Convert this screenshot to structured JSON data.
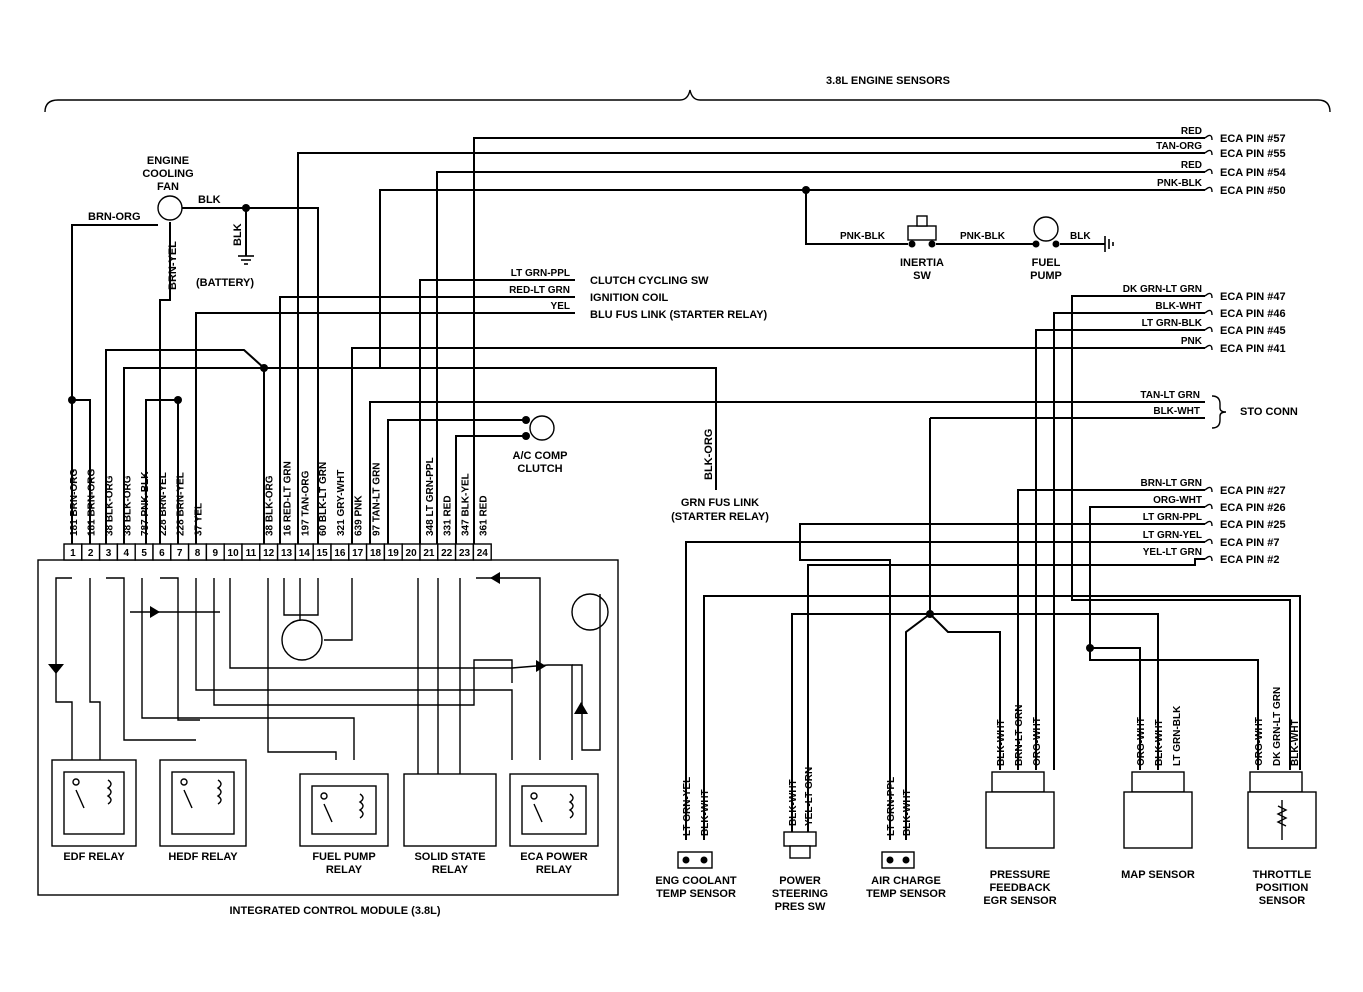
{
  "title": "3.8L ENGINE SENSORS",
  "ecm_title": "INTEGRATED CONTROL MODULE (3.8L)",
  "pins": [
    "1",
    "2",
    "3",
    "4",
    "5",
    "6",
    "7",
    "8",
    "9",
    "10",
    "11",
    "12",
    "13",
    "14",
    "15",
    "16",
    "17",
    "18",
    "19",
    "20",
    "21",
    "22",
    "23",
    "24"
  ],
  "pin_wires": [
    {
      "pin": "1",
      "label": "181 BRN-ORG"
    },
    {
      "pin": "2",
      "label": "181 BRN-ORG"
    },
    {
      "pin": "3",
      "label": "38 BLK-ORG"
    },
    {
      "pin": "4",
      "label": "38 BLK-ORG"
    },
    {
      "pin": "5",
      "label": "787 PNK-BLK"
    },
    {
      "pin": "6",
      "label": "228 BRN-YEL"
    },
    {
      "pin": "7",
      "label": "228 BRN-YEL"
    },
    {
      "pin": "8",
      "label": "37 YEL"
    },
    {
      "pin": "12",
      "label": "38 BLK-ORG"
    },
    {
      "pin": "13",
      "label": "16 RED-LT GRN"
    },
    {
      "pin": "14",
      "label": "197 TAN-ORG"
    },
    {
      "pin": "15",
      "label": "60 BLK-LT GRN"
    },
    {
      "pin": "16",
      "label": "321 GRY-WHT"
    },
    {
      "pin": "17",
      "label": "639 PNK"
    },
    {
      "pin": "18",
      "label": "97 TAN-LT GRN"
    },
    {
      "pin": "21",
      "label": "348 LT GRN-PPL"
    },
    {
      "pin": "22",
      "label": "331 RED"
    },
    {
      "pin": "23",
      "label": "347 BLK-YEL"
    },
    {
      "pin": "24",
      "label": "361 RED"
    }
  ],
  "fan": {
    "name": "ENGINE COOLING FAN",
    "line1": "ENGINE",
    "line2": "COOLING",
    "line3": "FAN",
    "w_left": "BRN-ORG",
    "w_right": "BLK",
    "w_down": "BRN-YEL",
    "w_batt": "BLK",
    "battery": "(BATTERY)"
  },
  "ac_clutch": {
    "line1": "A/C COMP",
    "line2": "CLUTCH"
  },
  "grn_fus": {
    "wire": "BLK-ORG",
    "line1": "GRN FUS LINK",
    "line2": "(STARTER RELAY)"
  },
  "mid_wires": [
    {
      "wire": "LT GRN-PPL",
      "dest": "CLUTCH CYCLING SW"
    },
    {
      "wire": "RED-LT GRN",
      "dest": "IGNITION COIL"
    },
    {
      "wire": "YEL",
      "dest": "BLU FUS LINK (STARTER RELAY)"
    }
  ],
  "eca_top": [
    {
      "wire": "RED",
      "pin": "ECA PIN #57"
    },
    {
      "wire": "TAN-ORG",
      "pin": "ECA PIN #55"
    },
    {
      "wire": "RED",
      "pin": "ECA PIN #54"
    },
    {
      "wire": "PNK-BLK",
      "pin": "ECA PIN #50"
    }
  ],
  "inertia": {
    "line1": "INERTIA",
    "line2": "SW",
    "w_left": "PNK-BLK",
    "w_right": "PNK-BLK"
  },
  "fuel_pump": {
    "line1": "FUEL",
    "line2": "PUMP",
    "w_ground": "BLK"
  },
  "eca_mid": [
    {
      "wire": "DK GRN-LT GRN",
      "pin": "ECA PIN #47"
    },
    {
      "wire": "BLK-WHT",
      "pin": "ECA PIN #46"
    },
    {
      "wire": "LT GRN-BLK",
      "pin": "ECA PIN #45"
    },
    {
      "wire": "PNK",
      "pin": "ECA PIN #41"
    }
  ],
  "sto": {
    "wires": [
      "TAN-LT GRN",
      "BLK-WHT"
    ],
    "label": "STO CONN"
  },
  "eca_low": [
    {
      "wire": "BRN-LT GRN",
      "pin": "ECA PIN #27"
    },
    {
      "wire": "ORG-WHT",
      "pin": "ECA PIN #26"
    },
    {
      "wire": "LT GRN-PPL",
      "pin": "ECA PIN #25"
    },
    {
      "wire": "LT GRN-YEL",
      "pin": "ECA PIN #7"
    },
    {
      "wire": "YEL-LT GRN",
      "pin": "ECA PIN #2"
    }
  ],
  "relays": [
    {
      "line1": "EDF RELAY",
      "line2": ""
    },
    {
      "line1": "HEDF RELAY",
      "line2": ""
    },
    {
      "line1": "FUEL PUMP",
      "line2": "RELAY"
    },
    {
      "line1": "SOLID STATE",
      "line2": "RELAY"
    },
    {
      "line1": "ECA POWER",
      "line2": "RELAY"
    }
  ],
  "sensors": [
    {
      "line1": "ENG COOLANT",
      "line2": "TEMP SENSOR",
      "line3": "",
      "wires": [
        "LT GRN-YEL",
        "BLK-WHT"
      ]
    },
    {
      "line1": "POWER",
      "line2": "STEERING",
      "line3": "PRES SW",
      "wires": [
        "BLK-WHT",
        "YEL-LT GRN"
      ]
    },
    {
      "line1": "AIR CHARGE",
      "line2": "TEMP SENSOR",
      "line3": "",
      "wires": [
        "LT GRN-PPL",
        "BLK-WHT"
      ]
    },
    {
      "line1": "PRESSURE",
      "line2": "FEEDBACK",
      "line3": "EGR SENSOR",
      "wires": [
        "BLK-WHT",
        "BRN-LT GRN",
        "ORG-WHT"
      ]
    },
    {
      "line1": "MAP SENSOR",
      "line2": "",
      "line3": "",
      "wires": [
        "ORG-WHT",
        "BLK-WHT",
        "LT GRN-BLK"
      ]
    },
    {
      "line1": "THROTTLE",
      "line2": "POSITION",
      "line3": "SENSOR",
      "wires": [
        "ORG-WHT",
        "DK GRN-LT GRN",
        "BLK-WHT"
      ]
    }
  ]
}
